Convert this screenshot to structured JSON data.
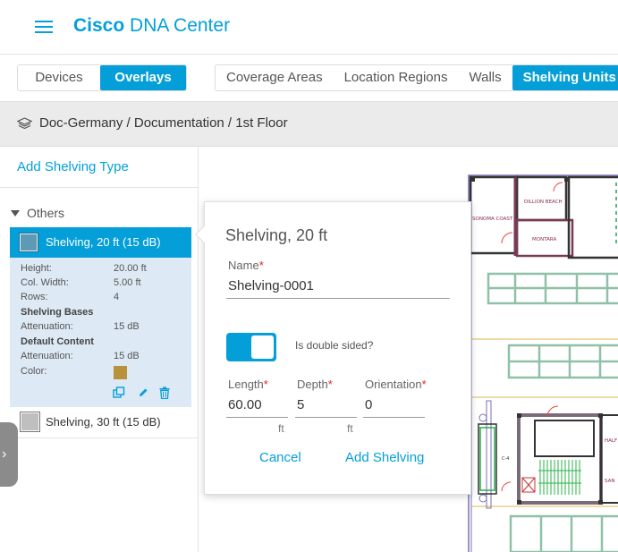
{
  "header": {
    "brand_bold": "Cisco",
    "brand_rest": " DNA Center",
    "menu_icon": "hamburger-menu-icon"
  },
  "view_tabs": [
    {
      "label": "Devices",
      "active": false
    },
    {
      "label": "Overlays",
      "active": true
    }
  ],
  "overlay_tabs": [
    {
      "label": "Coverage Areas",
      "active": false
    },
    {
      "label": "Location Regions",
      "active": false
    },
    {
      "label": "Walls",
      "active": false
    },
    {
      "label": "Shelving Units",
      "active": true
    }
  ],
  "breadcrumb": {
    "icon": "layers-icon",
    "text": "Doc-Germany / Documentation / 1st Floor"
  },
  "left_panel": {
    "add_type_label": "Add Shelving Type",
    "group_label": "Others",
    "selected_shelving": {
      "name": "Shelving, 20 ft (15 dB)",
      "details": [
        {
          "key": "Height:",
          "value": "20.00 ft"
        },
        {
          "key": "Col. Width:",
          "value": "5.00 ft"
        },
        {
          "key": "Rows:",
          "value": "4"
        }
      ],
      "bases_header": "Shelving Bases",
      "bases_attenuation": {
        "key": "Attenuation:",
        "value": "15 dB"
      },
      "content_header": "Default Content",
      "content_attenuation": {
        "key": "Attenuation:",
        "value": "15 dB"
      },
      "color_label": "Color:",
      "color": "#b8913b"
    },
    "other_shelving": {
      "name": "Shelving, 30 ft (15 dB)"
    }
  },
  "popover": {
    "title": "Shelving, 20 ft",
    "name_label": "Name",
    "name_value": "Shelving-0001",
    "double_sided_label": "Is double sided?",
    "double_sided": true,
    "length_label": "Length",
    "length_value": "60.00",
    "length_unit": "ft",
    "depth_label": "Depth",
    "depth_value": "5",
    "depth_unit": "ft",
    "orientation_label": "Orientation",
    "orientation_value": "0",
    "cancel_label": "Cancel",
    "add_label": "Add Shelving",
    "required_mark": "*"
  },
  "map": {
    "room_labels": [
      "DILLION BEACH",
      "SONOMA COAST",
      "MONTARA",
      "HALF",
      "SAN",
      "C-4"
    ]
  },
  "colors": {
    "accent": "#049fd9",
    "selected_detail_bg": "#dde9f4",
    "required": "#e2231a"
  }
}
